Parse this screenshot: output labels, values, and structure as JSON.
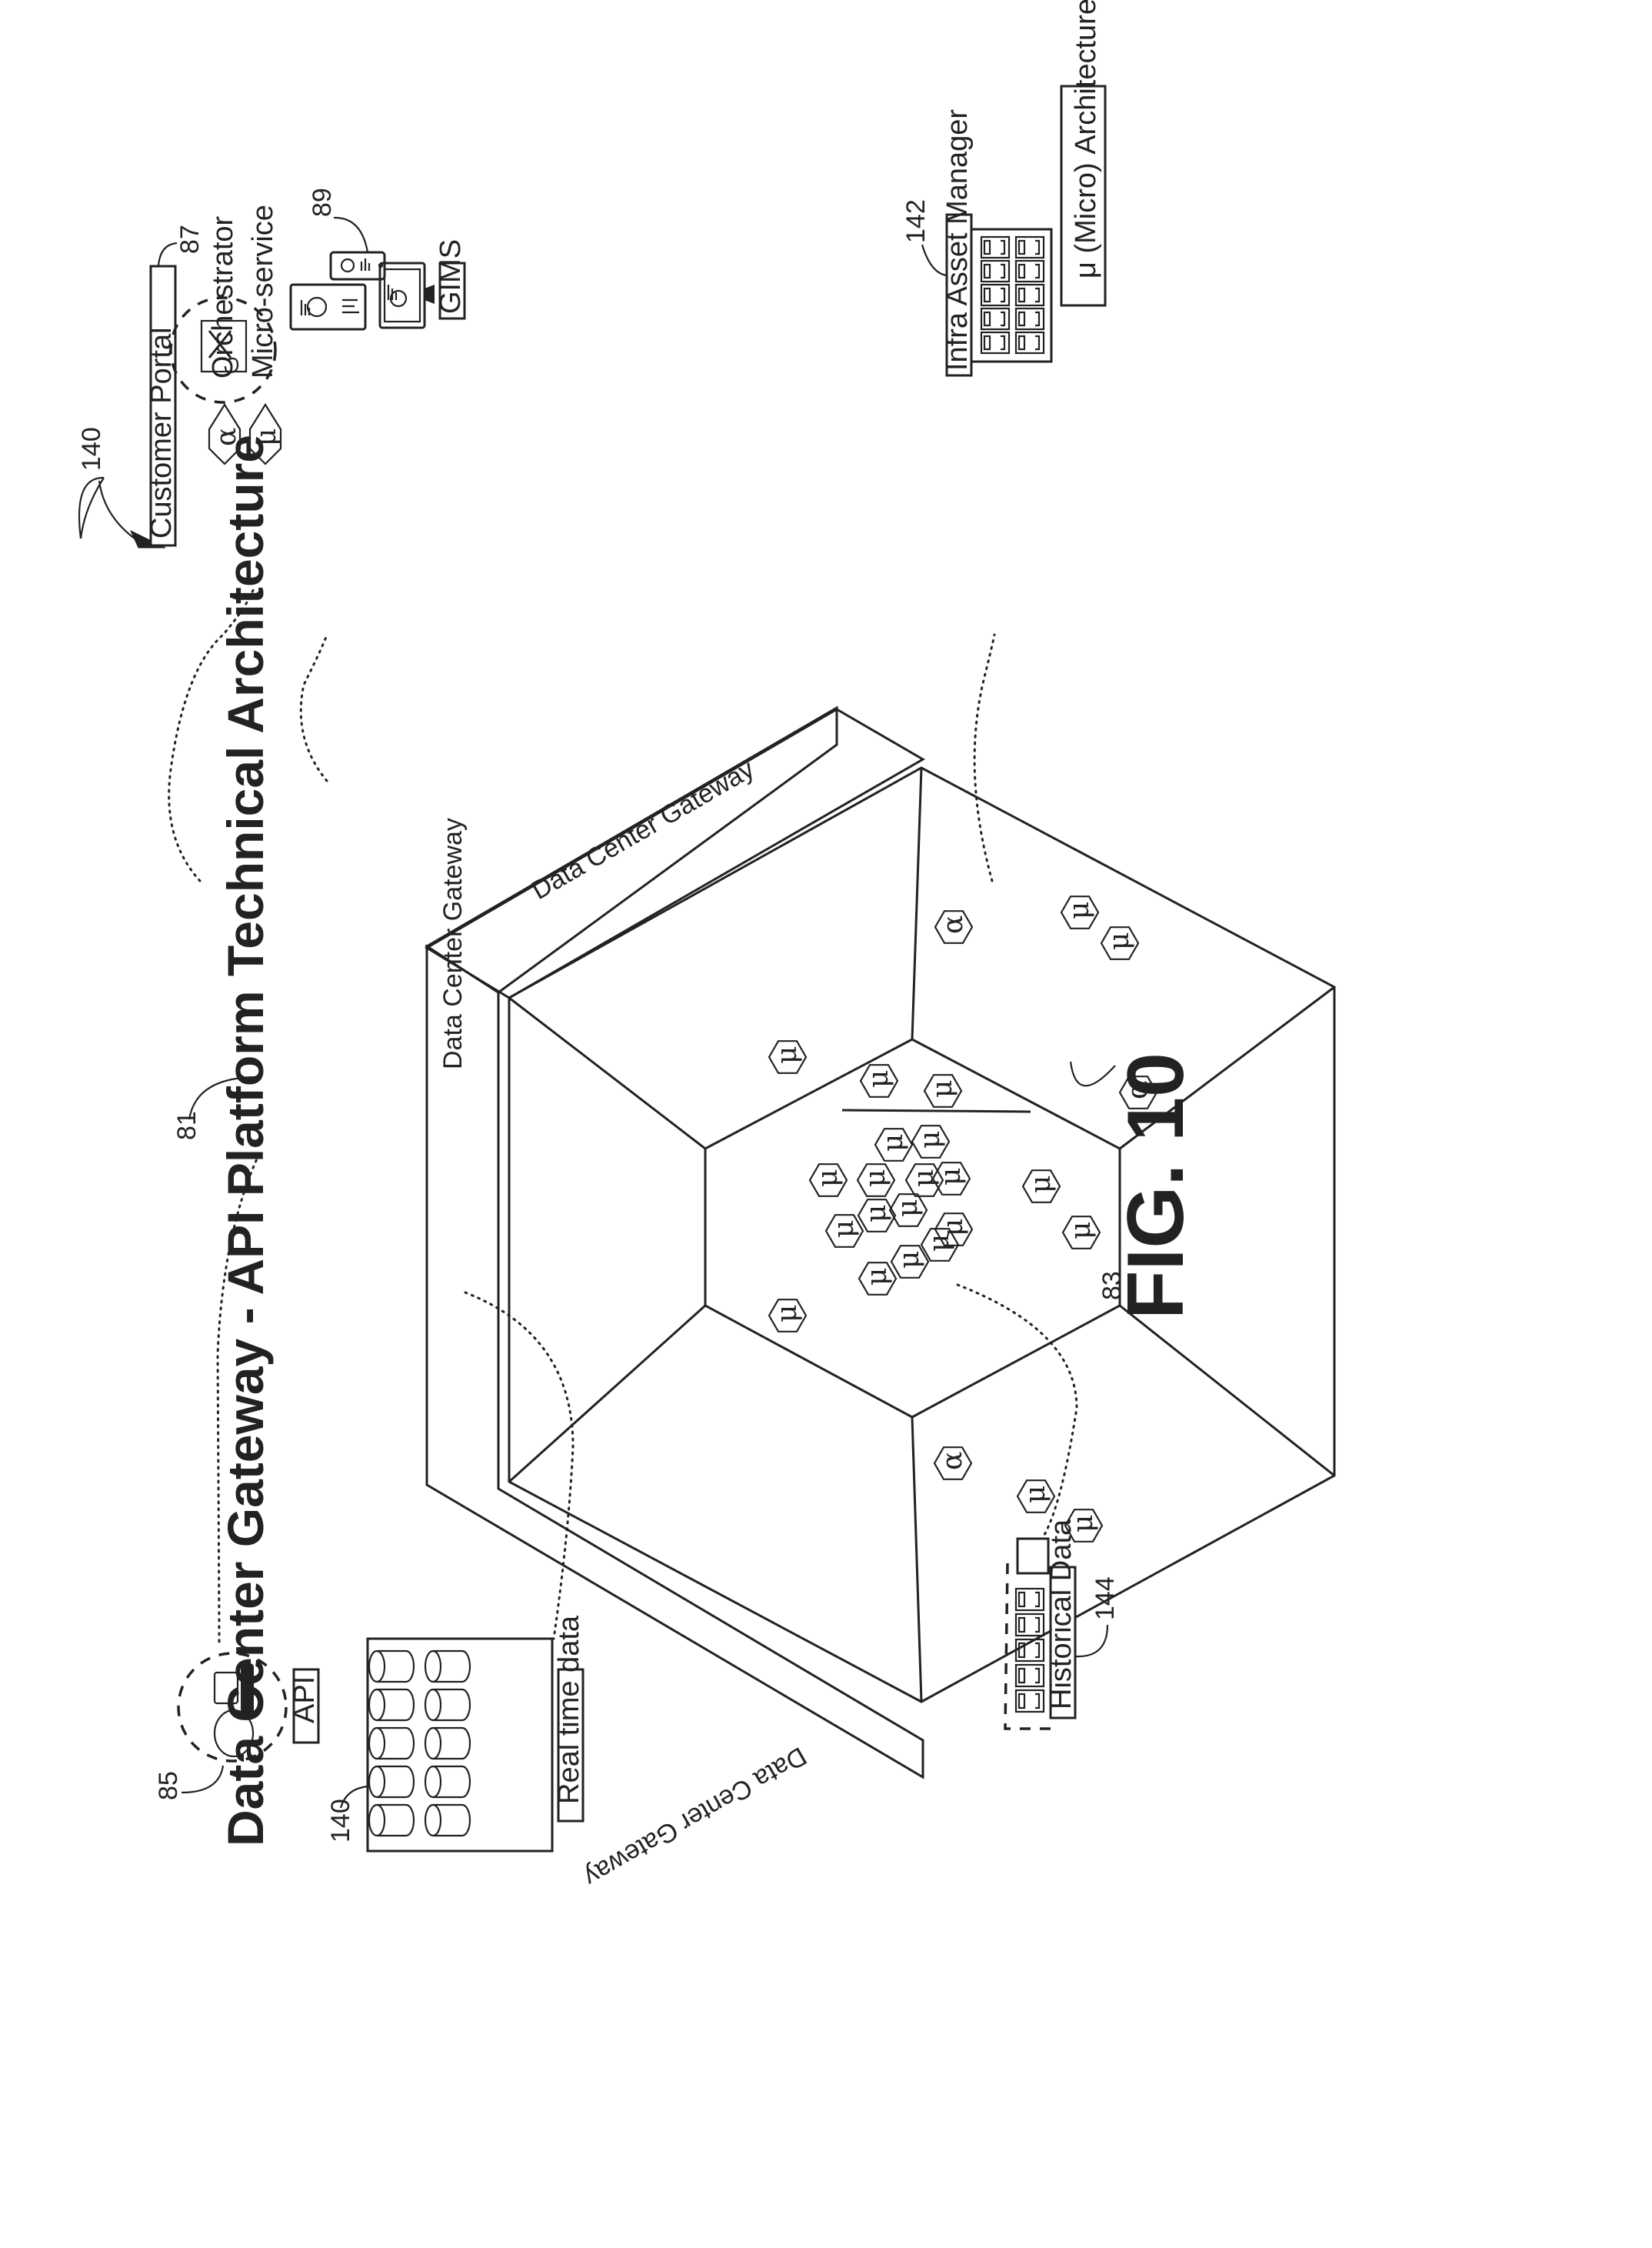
{
  "figure": {
    "title": "Data Center Gateway - API Platform Technical Architecture",
    "figure_label": "FIG. 10",
    "reference_numeral": "140"
  },
  "legend": {
    "items": [
      {
        "symbol": "α",
        "label": "Orchestrator"
      },
      {
        "symbol": "μ",
        "label": "Micro-service"
      }
    ]
  },
  "micro_architecture_box": {
    "label": "μ (Micro) Architecture"
  },
  "gateway": {
    "label": "Data Center Gateway",
    "ref_inner": "81",
    "ref_outer": "83"
  },
  "components": {
    "customer_portal": {
      "label": "Customer Portal",
      "ref": "87"
    },
    "gims": {
      "label": "GIMS",
      "ref": "89"
    },
    "infra_asset_manager": {
      "label": "Infra Asset Manager",
      "ref": "142"
    },
    "api": {
      "label": "API",
      "ref": "85"
    },
    "real_time_data": {
      "label": "Real time data",
      "ref": "140"
    },
    "historical_data": {
      "label": "Historical Data",
      "ref": "144"
    }
  },
  "symbols": {
    "orchestrator": "α",
    "microservice": "μ"
  }
}
